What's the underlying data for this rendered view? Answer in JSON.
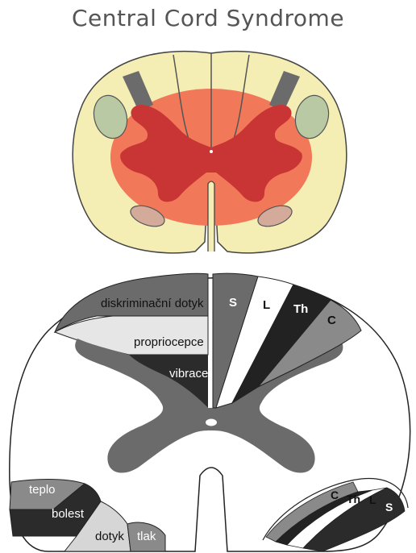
{
  "title": "Central Cord Syndrome",
  "colors": {
    "cord_fill": "#f4eeb4",
    "lesion_outer": "#f2785a",
    "gray_matter_lesion": "#c93535",
    "tract_gray": "#6b6b6b",
    "tract_green": "#b8c9a4",
    "tract_pink": "#d4aa9a",
    "white": "#ffffff",
    "dark": "#222222",
    "mid_gray": "#8a8a8a",
    "light_gray": "#d6d6d6"
  },
  "lower_diagram": {
    "posterior_labels": {
      "discriminative_touch": "diskriminační dotyk",
      "proprioception": "propriocepce",
      "vibration": "vibrace"
    },
    "dorsal_column_segments": [
      "S",
      "L",
      "Th",
      "C"
    ],
    "anterolateral_labels": {
      "temperature": "teplo",
      "pain": "bolest",
      "touch": "dotyk",
      "pressure": "tlak"
    },
    "spinothalamic_segments": [
      "C",
      "Th",
      "L",
      "S"
    ]
  }
}
